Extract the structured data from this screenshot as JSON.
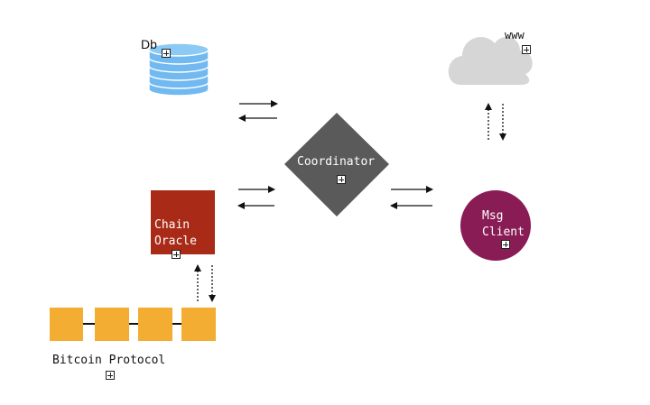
{
  "nodes": {
    "db": {
      "label": "Db",
      "color": "#71b9f0"
    },
    "www": {
      "label": "www",
      "color": "#d6d6d6"
    },
    "coordinator": {
      "label": "Coordinator",
      "color": "#5a5a5a"
    },
    "chain_oracle": {
      "label_line1": "Chain",
      "label_line2": "Oracle",
      "color": "#a82a17"
    },
    "msg_client": {
      "label_line1": "Msg",
      "label_line2": "Client",
      "color": "#8a1c55"
    },
    "bitcoin_protocol": {
      "label": "Bitcoin Protocol",
      "block_color": "#f2ad32"
    }
  },
  "colors": {
    "arrow": "#111111",
    "text_light": "#ffffff",
    "text_dark": "#111111"
  }
}
